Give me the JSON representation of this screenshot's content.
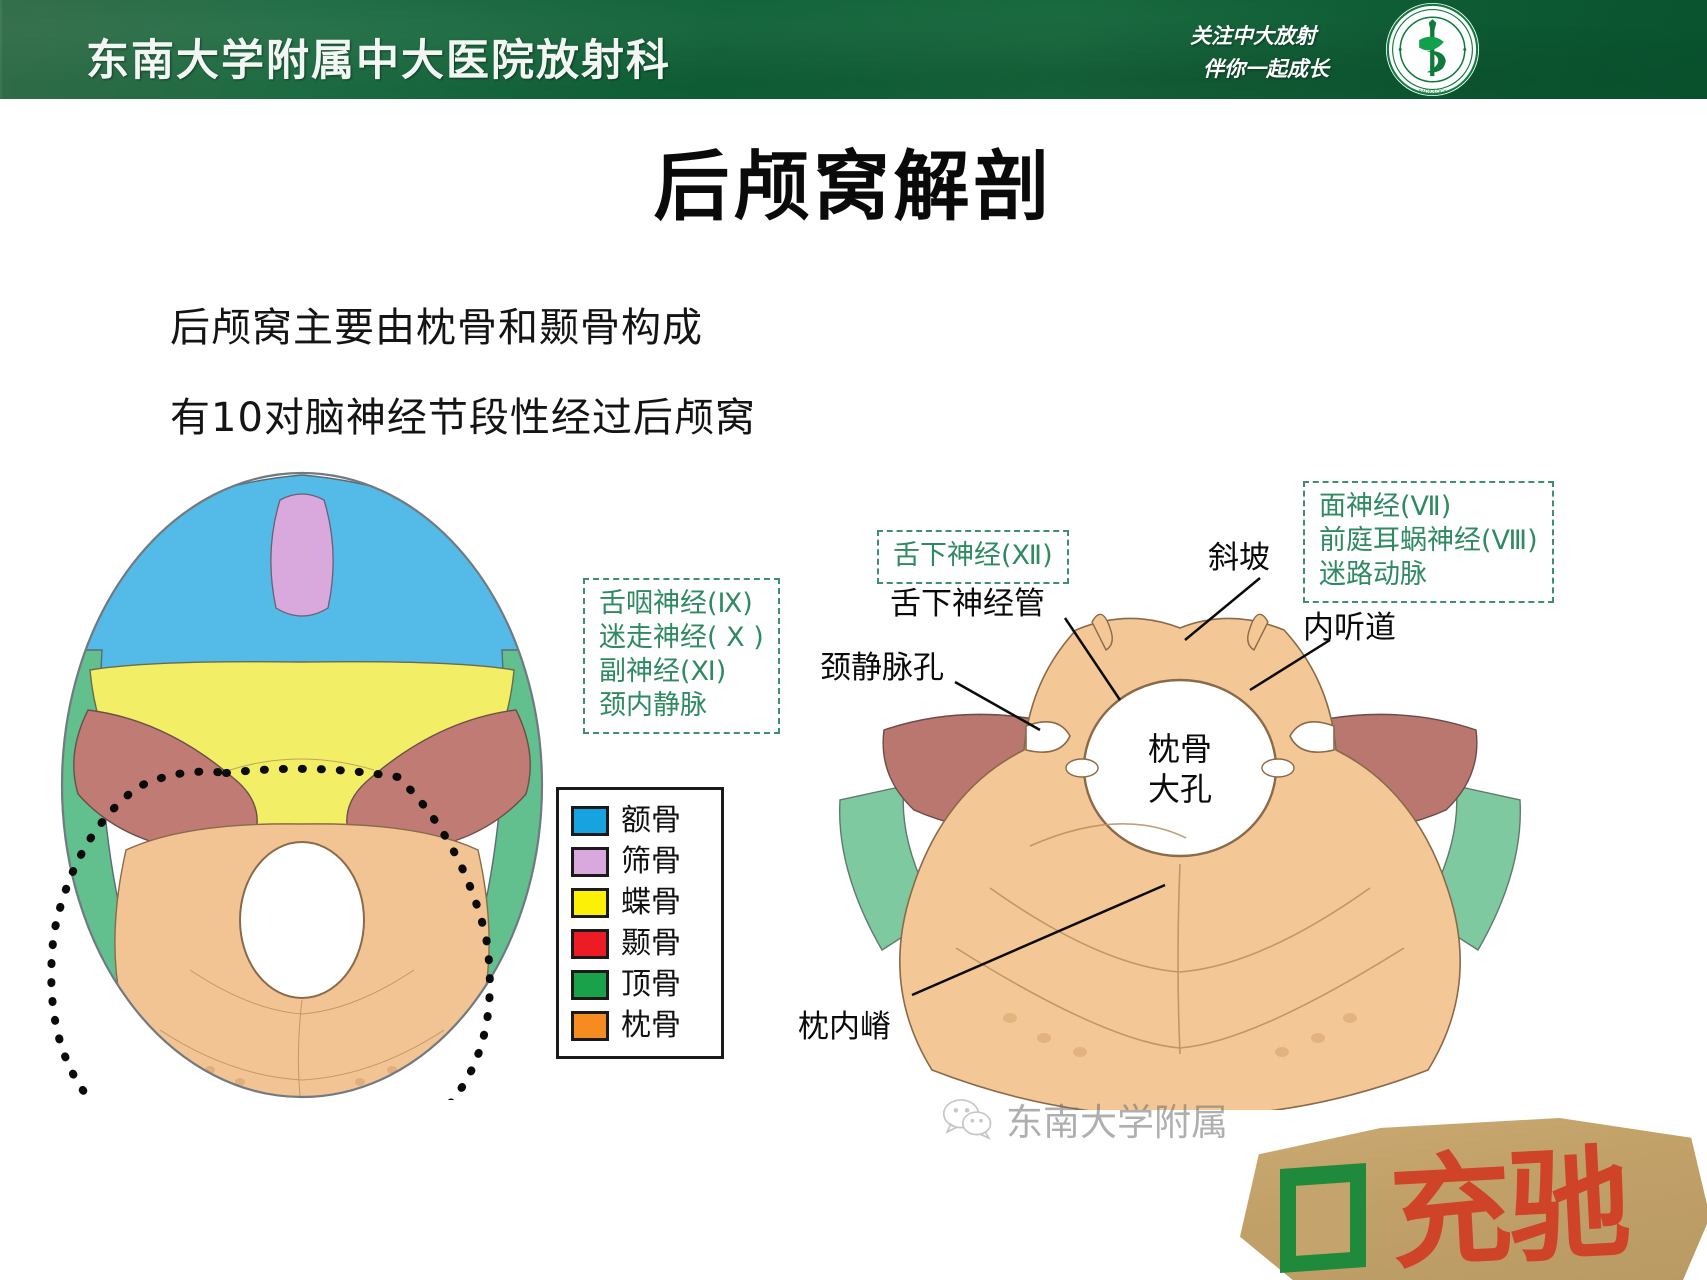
{
  "header": {
    "title": "东南大学附属中大医院放射科",
    "slogan_line1": "关注中大放射",
    "slogan_line2": "伴你一起成长",
    "logo_name": "hospital-radiology-logo",
    "bar_color": "#116139"
  },
  "slide": {
    "title": "后颅窝解剖",
    "body_line_1": "后颅窝主要由枕骨和颞骨构成",
    "body_line_2": "有10对脑神经节段性经过后颅窝"
  },
  "legend": {
    "items": [
      {
        "label": "额骨",
        "color": "#16a3e0"
      },
      {
        "label": "筛骨",
        "color": "#d9a8dd"
      },
      {
        "label": "蝶骨",
        "color": "#fdf007"
      },
      {
        "label": "颞骨",
        "color": "#ed1c24"
      },
      {
        "label": "顶骨",
        "color": "#19a24a"
      },
      {
        "label": "枕骨",
        "color": "#f68b1f"
      }
    ]
  },
  "annotations": {
    "accent_color": "#2f8a63",
    "left_box": {
      "lines": [
        "舌咽神经(Ⅸ)",
        "迷走神经( Ⅹ )",
        "副神经(Ⅺ)",
        "颈内静脉"
      ]
    },
    "mid_box": {
      "lines": [
        "舌下神经(Ⅻ)"
      ]
    },
    "right_box": {
      "lines": [
        "面神经(Ⅶ)",
        "前庭耳蜗神经(Ⅷ)",
        "迷路动脉"
      ]
    }
  },
  "callouts": {
    "hypoglossal_canal": "舌下神经管",
    "jugular_foramen": "颈静脉孔",
    "clivus": "斜坡",
    "internal_acoustic_meatus": "内听道",
    "internal_occipital_crest": "枕内嵴",
    "foramen_magnum_line1": "枕骨",
    "foramen_magnum_line2": "大孔"
  },
  "watermark": {
    "text": "东南大学附属",
    "icon_name": "wechat-icon",
    "sticker_text": "充驰"
  }
}
